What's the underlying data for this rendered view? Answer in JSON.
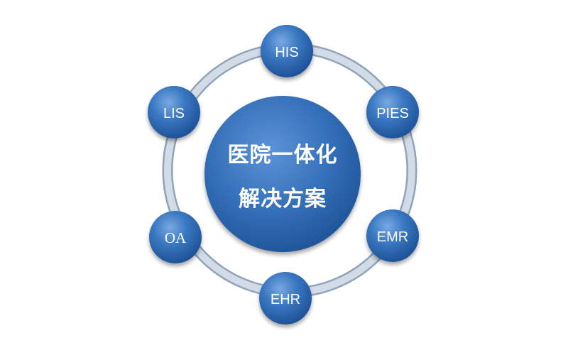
{
  "center": {
    "line1": "医院一体化",
    "line2": "解决方案"
  },
  "nodes": [
    {
      "id": "his",
      "label": "HIS"
    },
    {
      "id": "pies",
      "label": "PIES"
    },
    {
      "id": "emr",
      "label": "EMR"
    },
    {
      "id": "ehr",
      "label": "EHR"
    },
    {
      "id": "oa",
      "label": "OA"
    },
    {
      "id": "lis",
      "label": "LIS"
    }
  ],
  "colors": {
    "node_fill": "#2f6db7",
    "node_highlight": "#6ea0dc",
    "node_shadow": "#174a88",
    "ring": "#c9d3e0",
    "ring_edge": "#8fa3bd",
    "text": "#ffffff"
  }
}
